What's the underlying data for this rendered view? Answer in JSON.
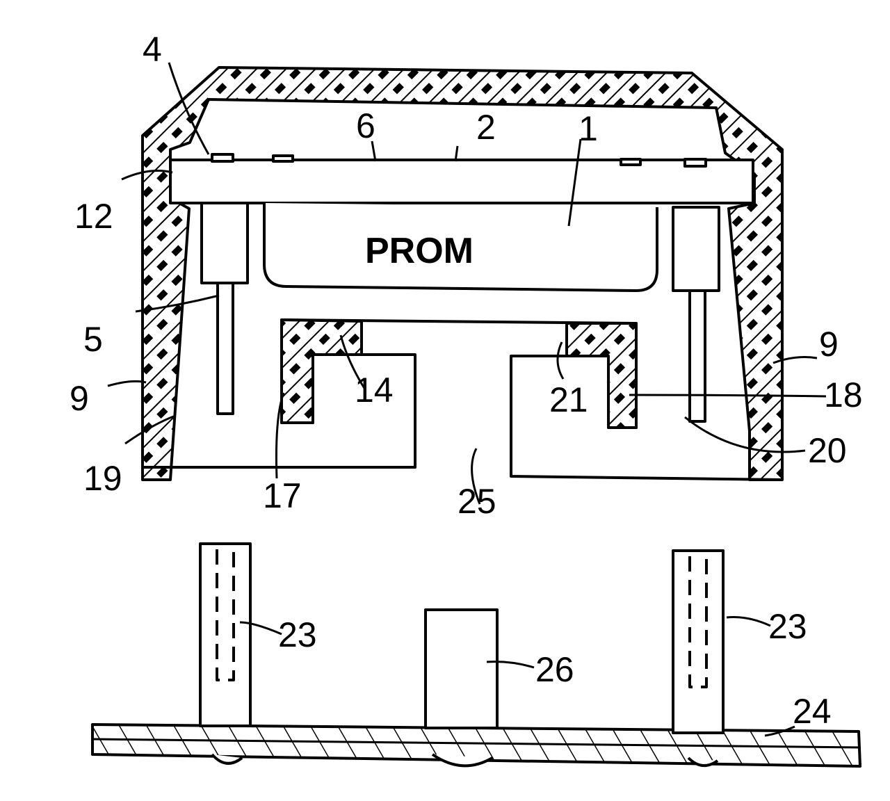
{
  "diagram": {
    "chip_label": "PROM",
    "labels": {
      "l1": "1",
      "l2": "2",
      "l4": "4",
      "l5": "5",
      "l6": "6",
      "l9_left": "9",
      "l9_right": "9",
      "l12": "12",
      "l14": "14",
      "l17": "17",
      "l18": "18",
      "l19": "19",
      "l20": "20",
      "l21": "21",
      "l23_left": "23",
      "l23_right": "23",
      "l24": "24",
      "l25": "25",
      "l26": "26"
    }
  }
}
